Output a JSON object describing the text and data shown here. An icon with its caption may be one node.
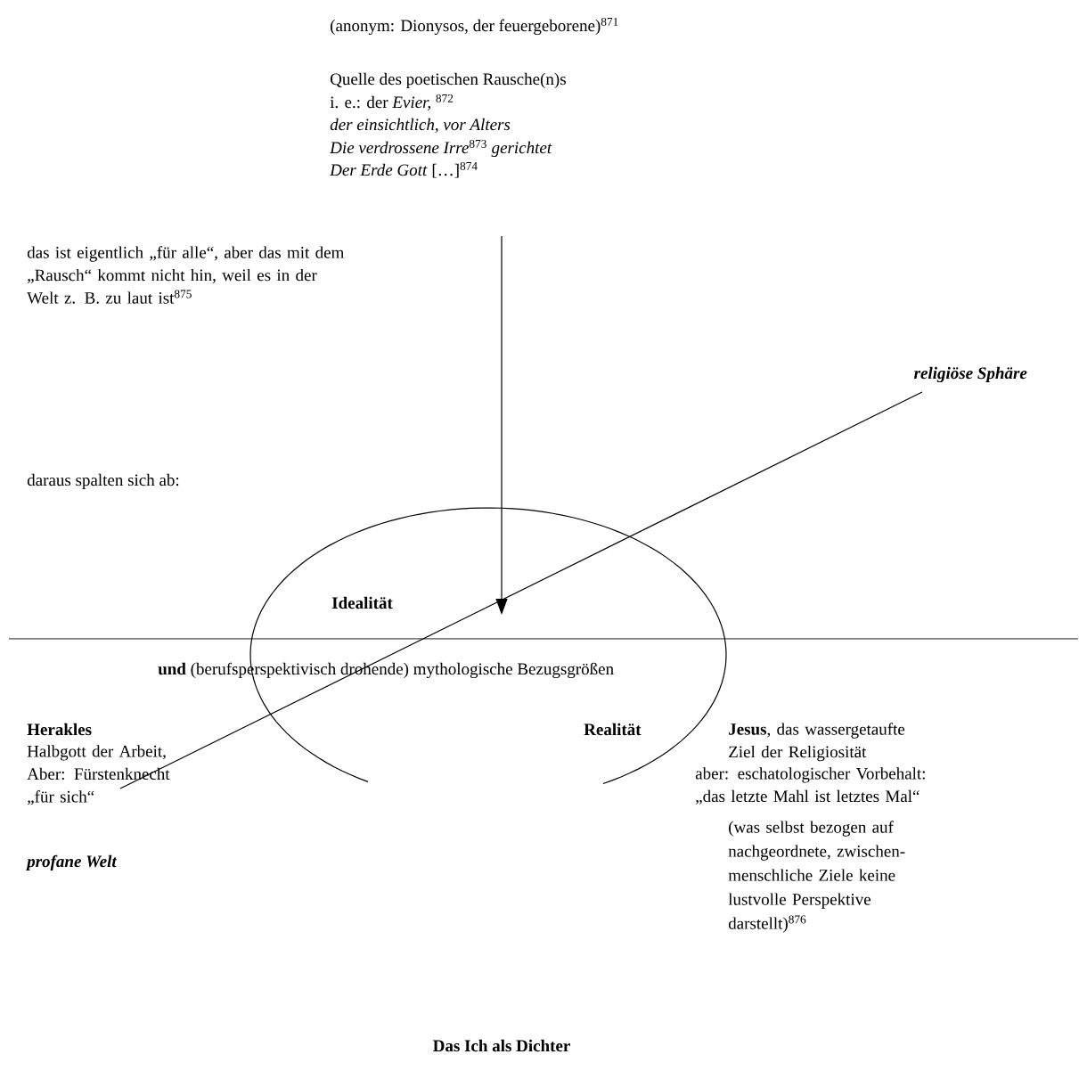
{
  "diagram": {
    "labels": [
      "(anonym: Dionysos, der feuergeborene)$^{871}$",
      "Quelle des poetischen Rausche(n)s",
      "i. e.: der *Evier,* $^{872}$",
      "der einsichtlich, vor Alters",
      "*Die verdrossene Irre*$^{873}$ *gerichtet*",
      "*Der Erde Gott* […]$^{874}$",
      "das ist eigentlich „für alle“, aber das mit dem „Rausch“ kommt nicht hin, weil es in der Welt z. B. zu laut ist$^{875}$",
      "religiöse Sphäre",
      "daraus spalten sich ab:",
      "Idealität",
      "**und** (berufsperspektivisch drohende) mythologische Bezugsgrößen",
      "Herakles",
      "Halbgott der Arbeit, Aber: Fürstenknecht „für sich“",
      "Realität",
      "**Jesus**, das wassergetaufte Ziel der Religiosität",
      "aber: eschatologischer Vorbehalt: „das letzte Mahl ist letztes Mal“",
      "(was selbst bezogen auf nachgeordnete, zwischen-menschliche Ziele keine lustvolle Perspektive darstellt)$^{876}$",
      "profane Welt",
      "Das Ich als Dichter"
    ]
  }
}
